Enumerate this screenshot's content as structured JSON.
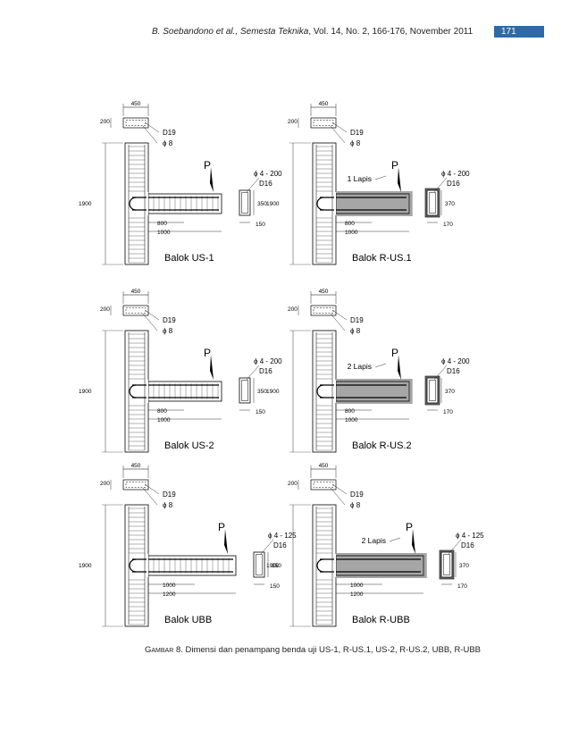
{
  "header": {
    "authors": "B. Soebandono et al.",
    "journal": "Semesta Teknika",
    "volume_info": ", Vol. 14, No. 2, 166-176, November 2011",
    "page_number": "171"
  },
  "panels": [
    {
      "name": "Balok R-US.1",
      "dim_top": "450",
      "dim_col": "200",
      "bar_main": "D19",
      "bar_tie": "ϕ 8",
      "load": "P",
      "layer": "1 Lapis",
      "stirrup": "ϕ 4 - 200",
      "long_bar": "D16",
      "height": "1900",
      "sec_h": "370",
      "sec_b": "170",
      "len_a": "800",
      "len_b": "1000"
    },
    {
      "name": "Balok US-1",
      "dim_top": "450",
      "dim_col": "200",
      "bar_main": "D19",
      "bar_tie": "ϕ 8",
      "load": "P",
      "layer": "",
      "stirrup": "ϕ 4 - 200",
      "long_bar": "D16",
      "height": "1900",
      "sec_h": "350",
      "sec_b": "150",
      "len_a": "800",
      "len_b": "1000"
    },
    {
      "name": "Balok US-2",
      "dim_top": "450",
      "dim_col": "200",
      "bar_main": "D19",
      "bar_tie": "ϕ 8",
      "load": "P",
      "layer": "",
      "stirrup": "ϕ 4 - 200",
      "long_bar": "D16",
      "height": "1900",
      "sec_h": "350",
      "sec_b": "150",
      "len_a": "800",
      "len_b": "1000"
    },
    {
      "name": "Balok R-US.2",
      "dim_top": "450",
      "dim_col": "200",
      "bar_main": "D19",
      "bar_tie": "ϕ 8",
      "load": "P",
      "layer": "2 Lapis",
      "stirrup": "ϕ 4 - 200",
      "long_bar": "D16",
      "height": "1900",
      "sec_h": "370",
      "sec_b": "170",
      "len_a": "800",
      "len_b": "1000"
    },
    {
      "name": "Balok UBB",
      "dim_top": "450",
      "dim_col": "200",
      "bar_main": "D19",
      "bar_tie": "ϕ 8",
      "load": "P",
      "layer": "",
      "stirrup": "ϕ 4 - 125",
      "long_bar": "D16",
      "height": "1900",
      "sec_h": "350",
      "sec_b": "150",
      "len_a": "1000",
      "len_b": "1200"
    },
    {
      "name": "Balok R-UBB",
      "dim_top": "450",
      "dim_col": "200",
      "bar_main": "D19",
      "bar_tie": "ϕ 8",
      "load": "P",
      "layer": "2 Lapis",
      "stirrup": "ϕ 4 - 125",
      "long_bar": "D16",
      "height": "1900",
      "sec_h": "370",
      "sec_b": "170",
      "len_a": "1000",
      "len_b": "1200"
    }
  ],
  "caption": {
    "label": "Gambar",
    "text": "8. Dimensi dan penampang benda uji US-1, R-US.1, US-2, R-US.2, UBB, R-UBB"
  }
}
